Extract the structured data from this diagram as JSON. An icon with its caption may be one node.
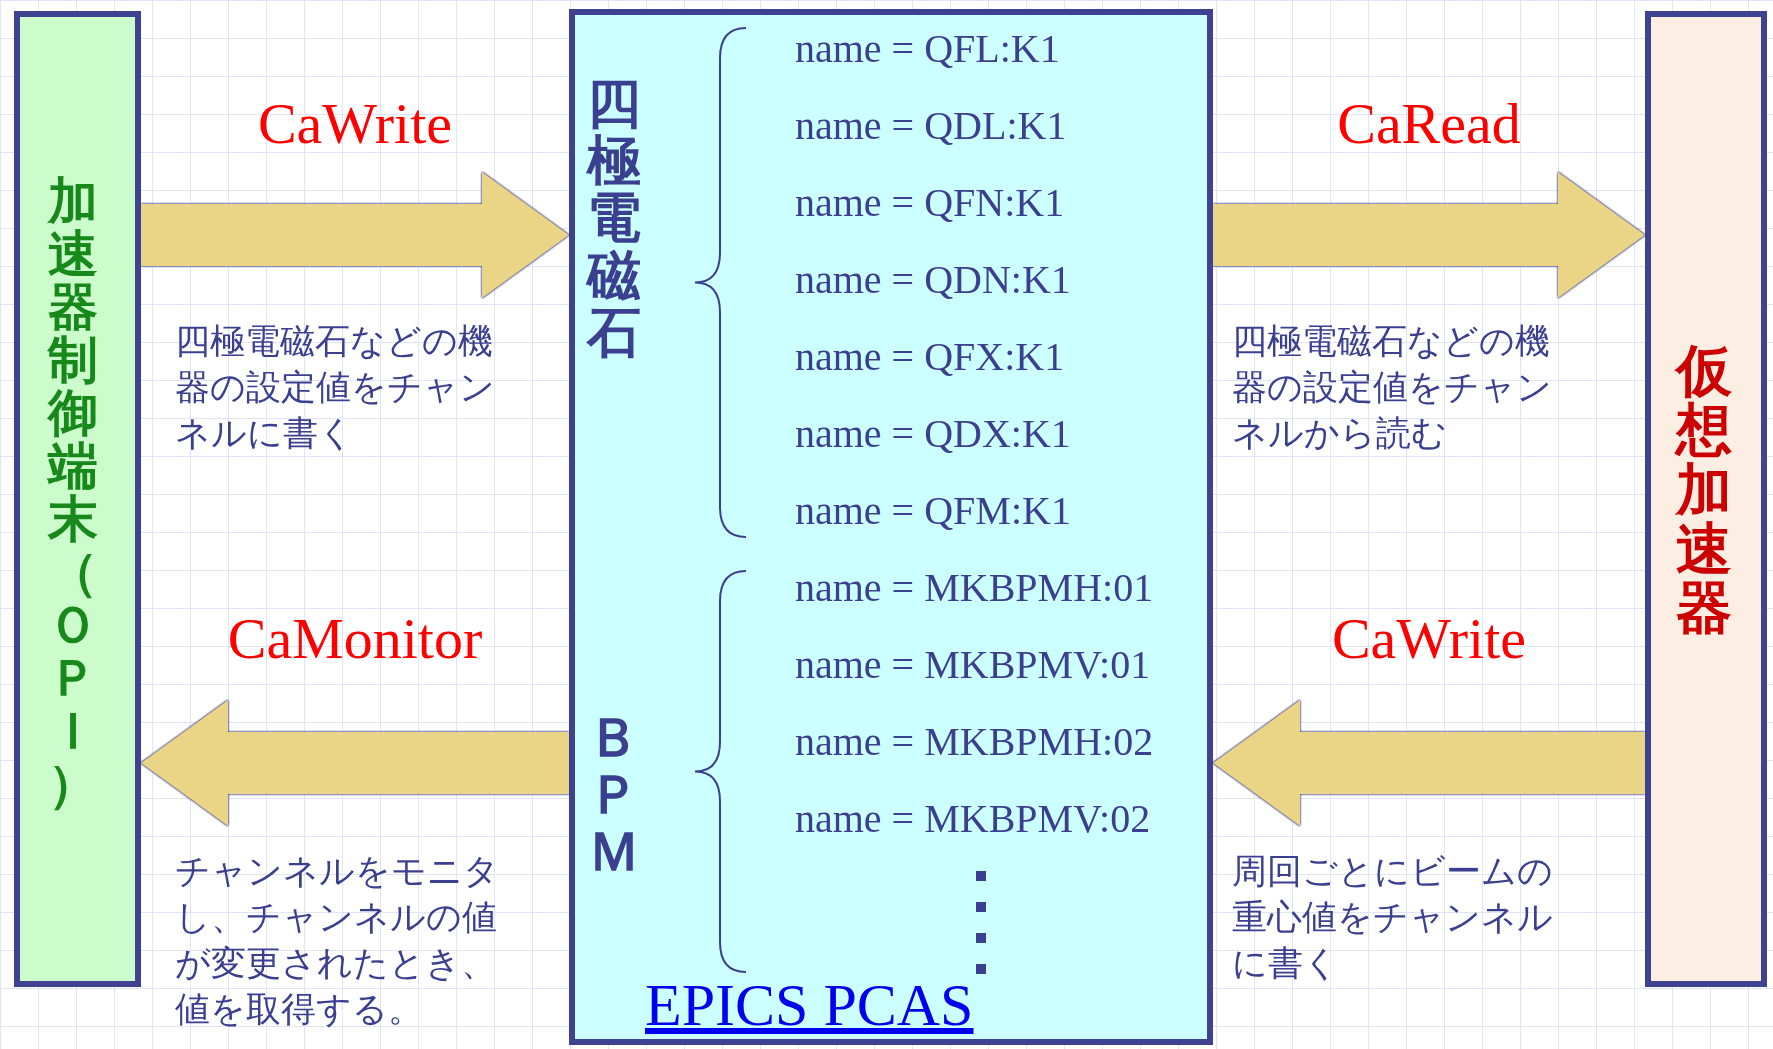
{
  "diagram": {
    "nodes": [
      {
        "text": [
          "加速器制御端末（ＯＰＩ）"
        ]
      },
      {
        "text": [
          "四極電磁石",
          "name = QFL:K1",
          "name = QDL:K1",
          "name = QFN:K1",
          "name = QDN:K1",
          "name = QFX:K1",
          "name = QDX:K1",
          "name = QFM:K1",
          "ＢＰＭ",
          "name = MKBPMH:01",
          "name = MKBPMV:01",
          "name = MKBPMH:02",
          "name = MKBPMV:02",
          "EPICS PCAS"
        ]
      },
      {
        "text": [
          "仮想加速器"
        ]
      }
    ],
    "edges": [
      {
        "from": 0,
        "to": 1,
        "arrow": "to",
        "label": "CaWrite"
      },
      {
        "from": 1,
        "to": 2,
        "arrow": "to",
        "label": "CaRead"
      },
      {
        "from": 1,
        "to": 0,
        "arrow": "to",
        "label": "CaMonitor"
      },
      {
        "from": 2,
        "to": 1,
        "arrow": "to",
        "label": "CaWrite"
      }
    ],
    "labels": [
      "四極電磁石などの機器の設定値をチャンネルに書く",
      "四極電磁石などの機器の設定値をチャンネルから読む",
      "チャンネルをモニタし、チャンネルの値が変更されたとき、値を取得する。",
      "周回ごとにビームの重心値をチャンネルに書く"
    ]
  }
}
